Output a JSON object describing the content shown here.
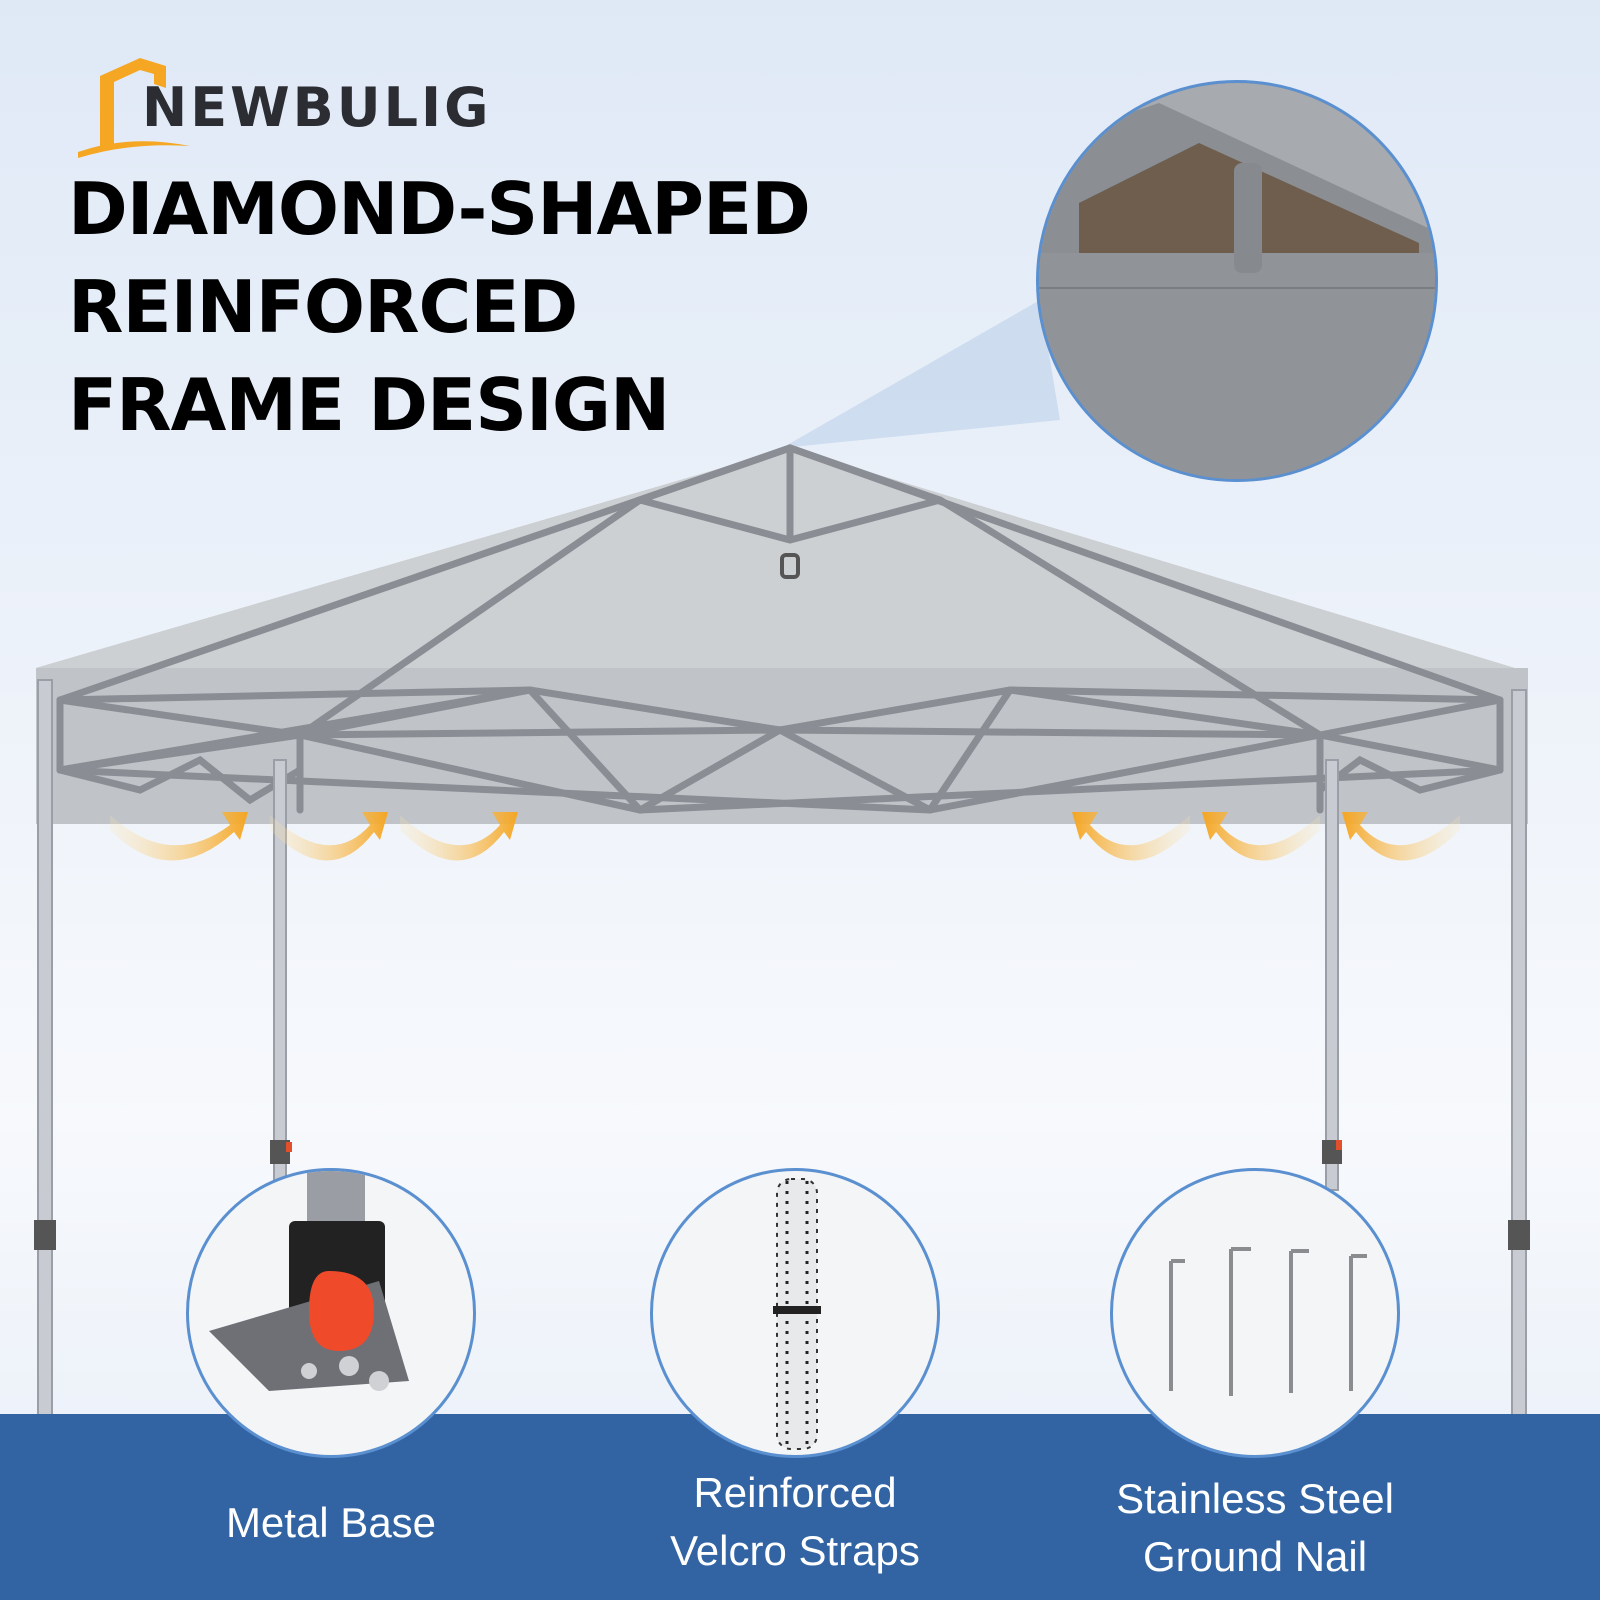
{
  "brand": {
    "name": "NEWBULIG",
    "accent_color": "#f5a623",
    "dark_color": "#2b2d33"
  },
  "headline": {
    "line1": "DIAMOND-SHAPED",
    "line2": "REINFORCED",
    "line3": "FRAME DESIGN"
  },
  "features": [
    {
      "icon": "metal-base-icon",
      "label_line1": "Metal Base",
      "label_line2": ""
    },
    {
      "icon": "velcro-straps-icon",
      "label_line1": "Reinforced",
      "label_line2": "Velcro Straps"
    },
    {
      "icon": "ground-nail-icon",
      "label_line1": "Stainless Steel",
      "label_line2": "Ground Nail"
    }
  ],
  "colors": {
    "band": "#3264a4",
    "canopy": "#c8cbcf",
    "frame": "#8a8e94",
    "arrow": "#f5a623",
    "circle_border": "#5a8fd0"
  }
}
